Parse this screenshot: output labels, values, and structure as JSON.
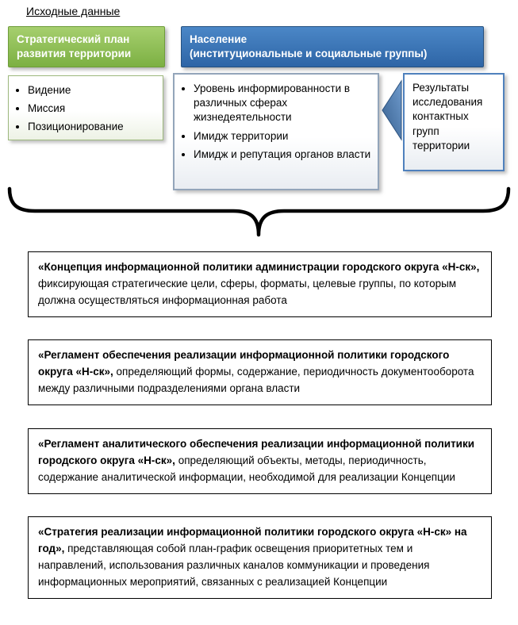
{
  "title": "Исходные данные",
  "headers": {
    "strategic": "Стратегический план\nразвития территории",
    "population": "Население\n(институциональные и социальные группы)"
  },
  "strategic_list": [
    "Видение",
    "Миссия",
    "Позиционирование"
  ],
  "population_list": [
    "Уровень информированности в различ­ных сферах жизнедеятельности",
    "Имидж территории",
    "Имидж и репутация органов власти"
  ],
  "research_note": "Результаты исследования контактных групп территории",
  "documents": [
    {
      "bold": "«Концепция информационной политики администрации городского округа «Н-ск»,",
      "rest": "фиксирующая стратегические цели, сферы, форматы, целевые группы, по которым должна осуществляться информационная работа"
    },
    {
      "bold": "«Регламент обеспечения реализации информационной политики городского округа «Н-ск»,",
      "rest": "определяющий формы, содержание, периодичность документооборота между различными подразделениями органа власти"
    },
    {
      "bold": "«Регламент аналитического обеспечения реализации информационной политики городского округа «Н-ск»,",
      "rest": "определяющий объекты, методы, периодичность, содержание аналитической информации, необходимой для реализации Концепции"
    },
    {
      "bold": "«Стратегия реализации информационной политики городского округа «Н-ск» на год»,",
      "rest": "представляющая собой план-график освещения приоритетных тем и направлений, использования различных каналов коммуникации и проведения информационных мероприятий, связанных с реализацией Концепции"
    }
  ],
  "colors": {
    "green_header_top": "#a6cf6e",
    "green_header_bottom": "#7cb043",
    "blue_header_top": "#4b87c7",
    "blue_header_bottom": "#2e65a6",
    "panel_blue_border": "#4f81bd",
    "arrow_blue": "#4173a8",
    "brace_black": "#000000"
  }
}
